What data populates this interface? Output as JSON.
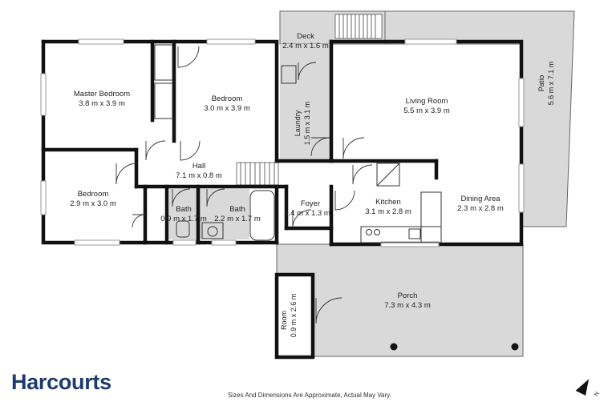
{
  "rooms": {
    "deck": {
      "name": "Deck",
      "dims": "2.4 m x 1.6 m"
    },
    "master": {
      "name": "Master Bedroom",
      "dims": "3.8 m x 3.9 m"
    },
    "bedroom1": {
      "name": "Bedroom",
      "dims": "3.0 m x 3.9 m"
    },
    "laundry": {
      "name": "Laundry",
      "dims": "1.5 m x 3.1 m"
    },
    "living": {
      "name": "Living Room",
      "dims": "5.5 m x 3.9 m"
    },
    "patio": {
      "name": "Patio",
      "dims": "5.6 m x 7.1 m"
    },
    "hall": {
      "name": "Hall",
      "dims": "7.1 m x 0.8 m"
    },
    "bedroom2": {
      "name": "Bedroom",
      "dims": "2.9 m x 3.0 m"
    },
    "bath1": {
      "name": "Bath",
      "dims": "0.9 m x 1.7 m"
    },
    "bath2": {
      "name": "Bath",
      "dims": "2.2 m x 1.7 m"
    },
    "foyer": {
      "name": "Foyer",
      "dims": "2.4 m x 1.3 m"
    },
    "kitchen": {
      "name": "Kitchen",
      "dims": "3.1 m x 2.8 m"
    },
    "dining": {
      "name": "Dining Area",
      "dims": "2.3 m x 2.8 m"
    },
    "porch": {
      "name": "Porch",
      "dims": "7.3 m x 4.3 m"
    },
    "room": {
      "name": "Room",
      "dims": "0.9 m x 2.6 m"
    }
  },
  "brand": {
    "logo_text": "Harcourts",
    "color": "#1e3b6e"
  },
  "footer": {
    "disclaimer": "Sizes And Dimensions Are Approximate, Actual May Vary."
  },
  "compass": {
    "label": "N"
  },
  "colors": {
    "wall": "#111111",
    "exterior": "#d9d9d9",
    "background": "#ffffff"
  }
}
